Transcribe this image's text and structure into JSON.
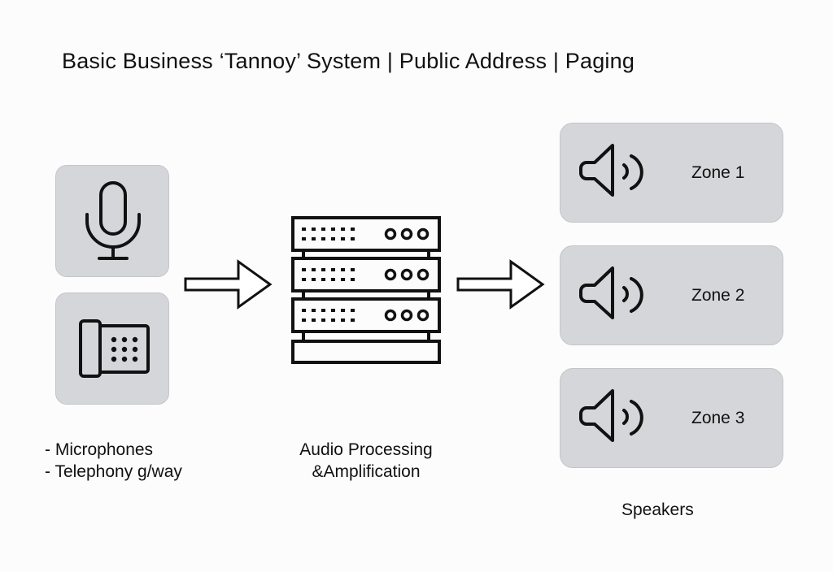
{
  "title": "Basic Business ‘Tannoy’ System | Public Address | Paging",
  "sources": {
    "items": [
      {
        "icon": "microphone-icon"
      },
      {
        "icon": "desk-phone-icon"
      }
    ],
    "caption_lines": [
      "- Microphones",
      "- Telephony g/way"
    ]
  },
  "processing": {
    "icon": "server-rack-icon",
    "units": 3,
    "caption_lines": [
      "Audio Processing",
      "&Amplification"
    ]
  },
  "zones": [
    {
      "label": "Zone 1",
      "icon": "speaker-icon"
    },
    {
      "label": "Zone 2",
      "icon": "speaker-icon"
    },
    {
      "label": "Zone 3",
      "icon": "speaker-icon"
    }
  ],
  "speakers_caption": "Speakers",
  "colors": {
    "box_fill": "#d5d6d9",
    "stroke": "#111111",
    "background": "#fcfcfc"
  }
}
